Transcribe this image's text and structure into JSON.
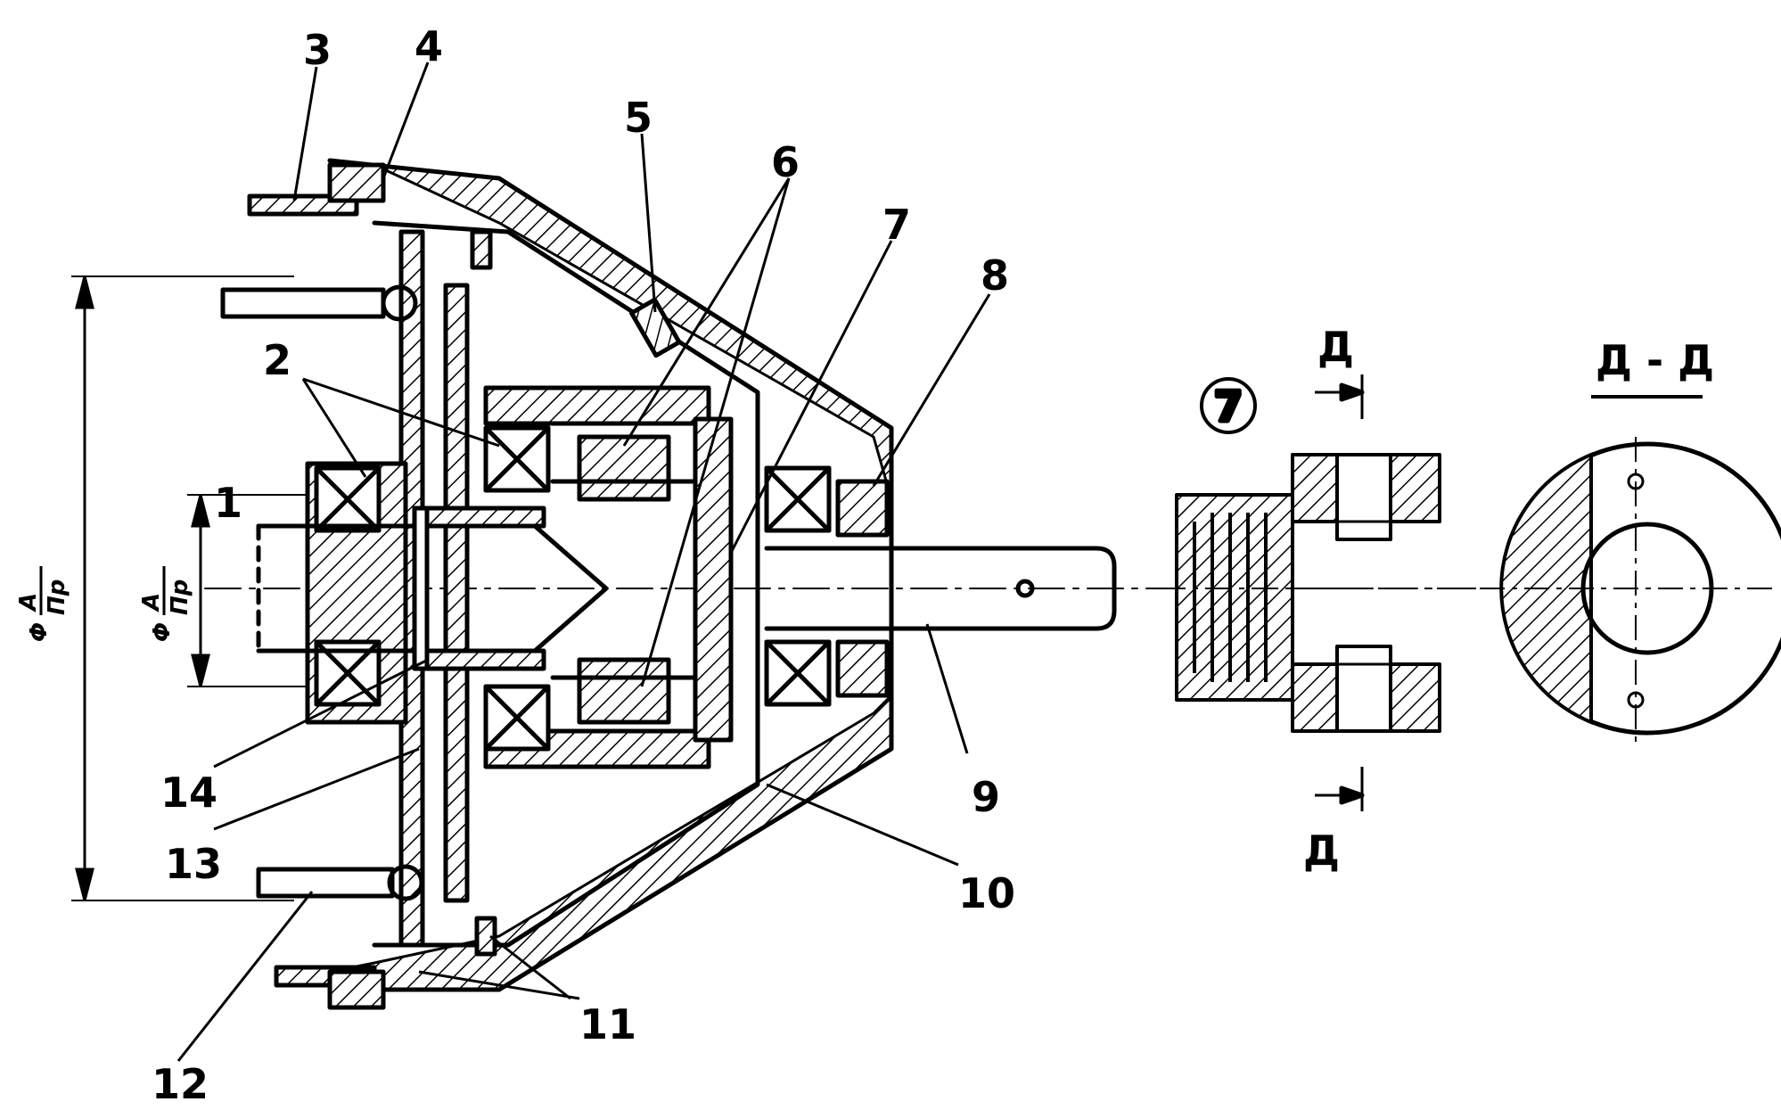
{
  "callouts": [
    "1",
    "2",
    "3",
    "4",
    "5",
    "6",
    "7",
    "8",
    "9",
    "10",
    "11",
    "12",
    "13",
    "14"
  ],
  "detail": {
    "marker": "7",
    "section_letter": "Д",
    "section_title": "Д - Д"
  },
  "dimensions": {
    "outer_numerator": "A",
    "outer_denominator": "Пр",
    "outer_symbol": "Φ",
    "inner_numerator": "A",
    "inner_denominator": "Пр",
    "inner_symbol": "Φ"
  },
  "colors": {
    "ink": "#000000",
    "paper": "#ffffff"
  }
}
